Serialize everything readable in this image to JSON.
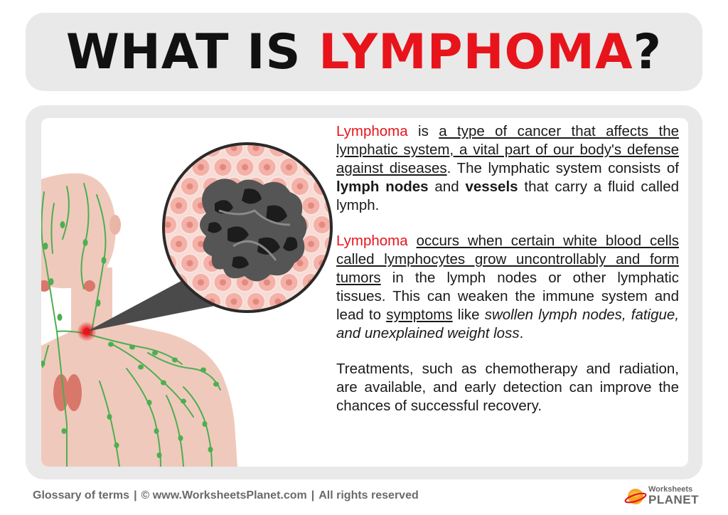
{
  "header": {
    "title_part1": "WHAT IS ",
    "title_part2": "LYMPHOMA",
    "title_part3": "?"
  },
  "colors": {
    "accent_red": "#e8141b",
    "lymph_green": "#4caf50",
    "skin": "#f0c9bd",
    "panel_gray": "#e9e9e9"
  },
  "illustration": {
    "subject": "human-figure-with-lymphatic-system",
    "magnified": "lymphoma-cells-circle"
  },
  "body": {
    "p1": {
      "term": "Lymphoma",
      "t1": " is ",
      "definition": "a type of cancer that affects the lymphatic system, a vital part of our body's defense against diseases",
      "t2": ". The lymphatic system consists of ",
      "bold1": "lymph nodes",
      "t3": " and ",
      "bold2": "vessels",
      "t4": " that carry a fluid called lymph."
    },
    "p2": {
      "term": "Lymphoma",
      "t1": " ",
      "cause": "occurs when certain white blood cells called lymphocytes grow uncontrollably and form tumors",
      "t2": " in the lymph nodes or other lymphatic tissues. This can weaken the immune system and lead to ",
      "symptoms": "symptoms",
      "t3": " like ",
      "symptom_list": "swollen lymph nodes, fatigue, and unexplained weight loss",
      "t4": "."
    },
    "p3": "Treatments, such as chemotherapy and radiation, are available, and early detection can improve the chances of successful recovery."
  },
  "footer": {
    "glossary": "Glossary of terms",
    "separator": "|",
    "copyright_symbol": "©",
    "site": "www.WorksheetsPlanet.com",
    "rights": "All rights reserved"
  },
  "logo": {
    "line1": "Worksheets",
    "line2": "PLANET",
    "icon": "planet-logo-icon"
  }
}
